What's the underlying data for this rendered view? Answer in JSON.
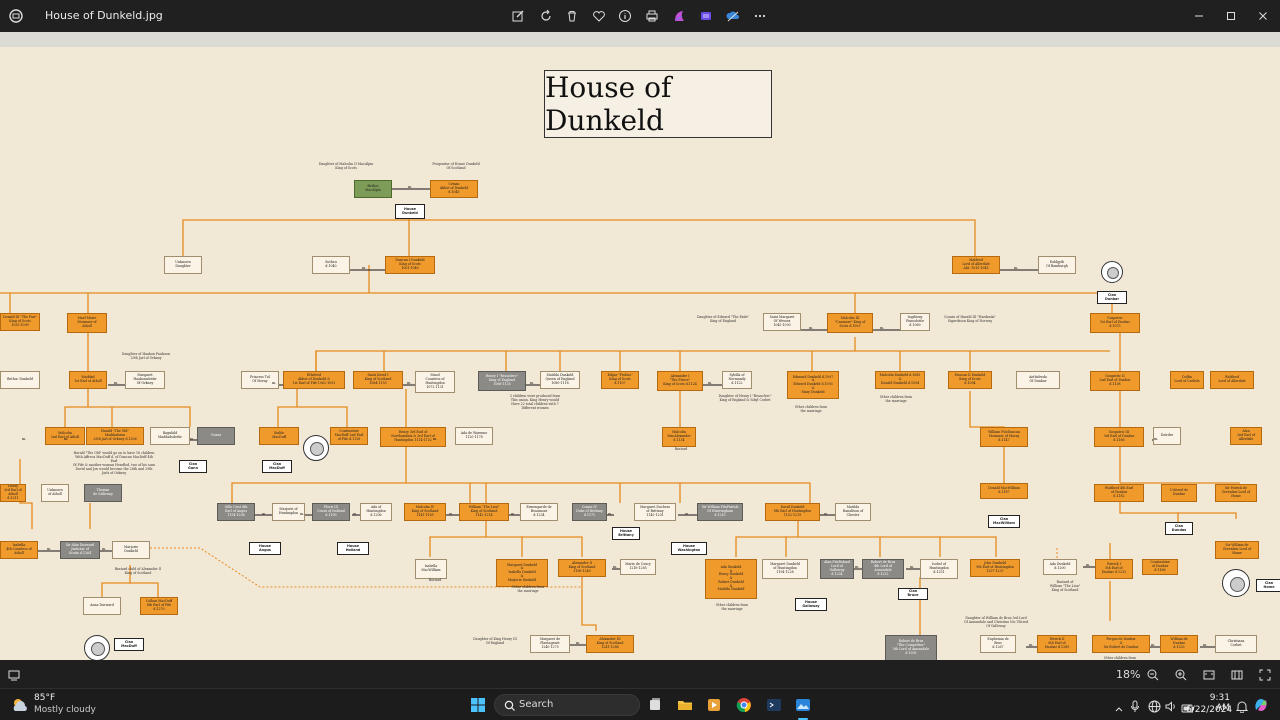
{
  "window": {
    "title": "House of Dunkeld.jpg"
  },
  "image": {
    "title": "House of Dunkeld",
    "marriage_mark": "m.",
    "boxes": [
      {
        "t": "Bethoc\nMacAlpin",
        "c": "gn"
      },
      {
        "t": "Crinan\nAbbot of Dunkeld\nd.1045",
        "c": "or"
      },
      {
        "t": "Unknown\nDaughter",
        "c": "bg"
      },
      {
        "t": "Sutheu\nd.1040",
        "c": "bg"
      },
      {
        "t": "Duncan I Dunkeld\nKing of Scots\n1001-1040",
        "c": "or"
      },
      {
        "t": "Maldred\nLord of Allerdale\nAbt. 1015-1045",
        "c": "or"
      },
      {
        "t": "Ealdgyth\nOf Bamburgh",
        "c": "bg"
      },
      {
        "t": "Donald III \"The Fair\"\nKing of Scots\n1033-1099",
        "c": "or"
      },
      {
        "t": "Mael Muire\nMormaer of\nAtholl",
        "c": "or"
      },
      {
        "t": "Saint Margaret\nOf Wessex\n1045-1093",
        "c": "bg"
      },
      {
        "t": "Malcolm III\n\"Canmore\" King of\nScots d.1093",
        "c": "or"
      },
      {
        "t": "Ingibiorg\nFinnsdottir\nd.1069",
        "c": "bg"
      },
      {
        "t": "Gospatric\n1st Earl of Dunbar\nd.1075",
        "c": "or"
      },
      {
        "t": "Bethoc Dunkeld",
        "c": "bg"
      },
      {
        "t": "Maddad\n1st Earl of Atholl",
        "c": "or"
      },
      {
        "t": "Margaret\nHaakonsdottir\nOf Orkney",
        "c": "bg"
      },
      {
        "t": "Princess Tul\nOf Moray",
        "c": "bg"
      },
      {
        "t": "Ethelred\nAbbot of Dunkeld &\n1st Earl of Fife 1062-1093",
        "c": "or"
      },
      {
        "t": "Saint David I\nKing of Scotland\n1084-1153",
        "c": "or"
      },
      {
        "t": "Maud\nCountess of\nHuntingdon\n1072-1131",
        "c": "bg"
      },
      {
        "t": "Henry I \"Beauclerc\"\nKing of England\n1068-1135",
        "c": "gr"
      },
      {
        "t": "Matilda Dunkeld\nQueen of England\n1080-1118",
        "c": "bg"
      },
      {
        "t": "Edgar \"Probus\"\nKing of Scots\nd.1107",
        "c": "or"
      },
      {
        "t": "Alexander I\n\"The Fierce\"\nKing of Scots d.1124",
        "c": "or"
      },
      {
        "t": "Sybilla of\nNormandy\nd.1122",
        "c": "bg"
      },
      {
        "t": "Edmund Dunkeld d.1097\n&\nEdward Dunkeld d.1093\n&\nMary Dunkeld",
        "c": "or"
      },
      {
        "t": "Malcolm Dunkeld d.1085\n&\nDonald Dunkeld d.1094",
        "c": "or"
      },
      {
        "t": "Duncan II Dunkeld\nKing of Scots\nd.1094",
        "c": "or"
      },
      {
        "t": "Aethelreda\nOf Dunbar",
        "c": "bg"
      },
      {
        "t": "Gospatric II\n2nd Earl of Dunbar\nd.1138",
        "c": "or"
      },
      {
        "t": "Dolfin\nLord of Carlisle",
        "c": "or"
      },
      {
        "t": "Waltheof\nLord of Allerdale",
        "c": "or"
      },
      {
        "t": "Malcolm\n2nd Earl of Atholl",
        "c": "or"
      },
      {
        "t": "Harald \"The Old\"\nMaddadsson\n25th Jarl of Orkney d.1206",
        "c": "or"
      },
      {
        "t": "Ragnhild\nMaddadsdottir",
        "c": "bg"
      },
      {
        "t": "Gunni",
        "c": "gr"
      },
      {
        "t": "Stable\nMacDuff",
        "c": "or"
      },
      {
        "t": "Constantine\nMacDuff 2nd Earl\nof Fife d.1128",
        "c": "or"
      },
      {
        "t": "Henry 3rd Earl of\nNorthumbria & 3rd Earl of\nHuntingdon 1114-1152",
        "c": "or"
      },
      {
        "t": "Ada de Warenne\n1120-1178",
        "c": "bg"
      },
      {
        "t": "Malcolm\nMacAlexander\nd.1134",
        "c": "or"
      },
      {
        "t": "William FitzDuncan\nMormaer of Moray\nd.1147",
        "c": "or"
      },
      {
        "t": "Gospatric III\n3rd Earl of Dunbar\nd.1166",
        "c": "or"
      },
      {
        "t": "Deirdre",
        "c": "bg"
      },
      {
        "t": "Alan\n2nd Earl of\nAllerdale",
        "c": "or"
      },
      {
        "t": "Henry\n3rd Earl of Atholl\nd.1211",
        "c": "or"
      },
      {
        "t": "Unknown\nof Atholl",
        "c": "bg"
      },
      {
        "t": "Thomas\nde Galloway",
        "c": "gr"
      },
      {
        "t": "Gille Crist 4th\nEarl of Angus\n1154-1206",
        "c": "gr"
      },
      {
        "t": "Marjorie of\nHuntingdon",
        "c": "bg"
      },
      {
        "t": "Floris III\nCount of Holland\nd.1190",
        "c": "gr"
      },
      {
        "t": "Ada of\nHuntingdon\nd.1206",
        "c": "bg"
      },
      {
        "t": "Malcolm IV\nKing of Scotland\n1141-1165",
        "c": "or"
      },
      {
        "t": "William \"The Lion\"\nKing of Scotland\n1142-1214",
        "c": "or"
      },
      {
        "t": "Ermengarde de\nBeaumont\nd.1234",
        "c": "bg"
      },
      {
        "t": "Conan IV\nDuke of Brittany\nd.1171",
        "c": "gr"
      },
      {
        "t": "Margaret Duchess\nof Brittany\n1145-1201",
        "c": "bg"
      },
      {
        "t": "Sir William FitzPatrick\nOf Wintringham\nd.1210",
        "c": "gr"
      },
      {
        "t": "David Dunkeld\n8th Earl of Huntingdon\n1152-1219",
        "c": "or"
      },
      {
        "t": "Matilda\nRanulfson of\nChester",
        "c": "bg"
      },
      {
        "t": "Donald MacWilliam\nd.1187",
        "c": "or"
      },
      {
        "t": "Waltheof 4th Earl\nof Dunbar\nd.1182",
        "c": "or"
      },
      {
        "t": "Uchtred de\nDunbar",
        "c": "or"
      },
      {
        "t": "Sir Patrick de\nGreenlaw Lord of\nHome",
        "c": "or"
      },
      {
        "t": "Isabella\n4th Countess of\nAtholl",
        "c": "or"
      },
      {
        "t": "Sir Alan Durward\nJusticiar of\nScotia d.1264",
        "c": "gr"
      },
      {
        "t": "Marjorie\nDunkeld",
        "c": "bg"
      },
      {
        "t": "Isabella\nMacWilliam",
        "c": "bg"
      },
      {
        "t": "Margaret Dunkeld\n&\nIsabella Dunkeld\n&\nMarjorie Dunkeld",
        "c": "or"
      },
      {
        "t": "Alexander II\nKing of Scotland\n1198-1249",
        "c": "or"
      },
      {
        "t": "Marie de Coucy\n1218-1285",
        "c": "bg"
      },
      {
        "t": "Ada Dunkeld\n&\nHenry Dunkeld\n&\nRobert Dunkeld\n&\nMatilda Dunkeld",
        "c": "or"
      },
      {
        "t": "Margaret Dunkeld\nof Huntingdon\n1194-1228",
        "c": "bg"
      },
      {
        "t": "Alan FitzRoland\nLord of\nGalloway\nd.1234",
        "c": "gr"
      },
      {
        "t": "Robert de Brus\n4th Lord of\nAnnandale\nd.1232",
        "c": "gr"
      },
      {
        "t": "Isobel of\nHuntingdon\nd.1251",
        "c": "bg"
      },
      {
        "t": "John Dunkeld\n9th Earl of Huntingdon\n1207-1237",
        "c": "or"
      },
      {
        "t": "Ada Dunkeld\nd.1200",
        "c": "bg"
      },
      {
        "t": "Patrick I\n5th Earl of\nDunbar d.1232",
        "c": "or"
      },
      {
        "t": "Constantine\nof Dunbar\nd.1166",
        "c": "or"
      },
      {
        "t": "Sir William de\nGreenlaw Lord of\nHome",
        "c": "or"
      },
      {
        "t": "Anna Durward",
        "c": "bg"
      },
      {
        "t": "Colban MacDuff\n8th Earl of Fife\nd.1270",
        "c": "or"
      },
      {
        "t": "Margaret de\nPlantagenet\n1240-1275",
        "c": "bg"
      },
      {
        "t": "Alexander III\nKing of Scotland\n1241-1286",
        "c": "or"
      },
      {
        "t": "Robert de Brus\n\"The Competitor\"\n5th Lord of Annandale\nd.1295",
        "c": "gr"
      },
      {
        "t": "Euphemia de\nBrus\nd.1267",
        "c": "bg"
      },
      {
        "t": "Patrick II\n6th Earl of\nDunbar d.1289",
        "c": "or"
      },
      {
        "t": "Fergus de Dunbar\n&\nSir Robert de Dunbar",
        "c": "or"
      },
      {
        "t": "William de\nDunbar\nd.1253",
        "c": "or"
      },
      {
        "t": "Christiana\nCorbet",
        "c": "bg"
      }
    ],
    "houses": [
      "House\nDunkeld",
      "Clan\nDunbar",
      "Clan\nGunn",
      "Clan\nMacDuff",
      "Clan\nMacWilliam",
      "House\nAngus",
      "House\nHolland",
      "House\nBrittany",
      "House\nWashington",
      "Clan\nDundas",
      "House\nGalloway",
      "Clan\nBruce",
      "Clan\nHome",
      "Clan\nMacDuff"
    ],
    "notes": [
      "Daughter of Malcolm II MacAlpin\nKing of Scots",
      "Progenitor of House Dunkeld\nOf Scotland",
      "Daughter of Edward \"The Exile\"\nKing of England",
      "Cousin of Harald III \"Hardrada\"\nSigurdsson King of Norway",
      "Daughter of Haakon Paulsson\n29th Jarl of Orkney",
      "3 children were produced from\nThis union. King Henry would\nHave 22 total children with 7\nDifferent women",
      "Daughter of Henry I \"Beauclerc\"\nKing of England & Sibyl Corbet",
      "Other children from\nthe marriage",
      "Other children from\nthe marriage",
      "Harald \"The Old\" would go on to have 16 children\nWith Affreca MacDuff d. of Duncan MacDuff 4th Earl\nOf Fife & another woman Hvarflod, two of his sons\nDavid and Jon would become the 28th and 29th\nJarls of Orkney",
      "Bastard",
      "Bastard",
      "Bastard child of Alexander II\nKing of Scotland",
      "Other children from\nthe marriage",
      "Other children from\nthe marriage",
      "Bastard of\nWilliam \"The Lion\"\nKing of Scotland",
      "Daughter of King Henry III\nOf England",
      "Daughter of William de Brus 3rd Lord\nOf Annandale and Christina Nic Uhtred\nOf Galloway",
      "Other children from"
    ]
  },
  "statusbar": {
    "zoom": "18%"
  },
  "taskbar": {
    "weather_temp": "85°F",
    "weather_desc": "Mostly cloudy",
    "search_label": "Search",
    "time": "9:31 AM",
    "date": "6/22/2024"
  }
}
